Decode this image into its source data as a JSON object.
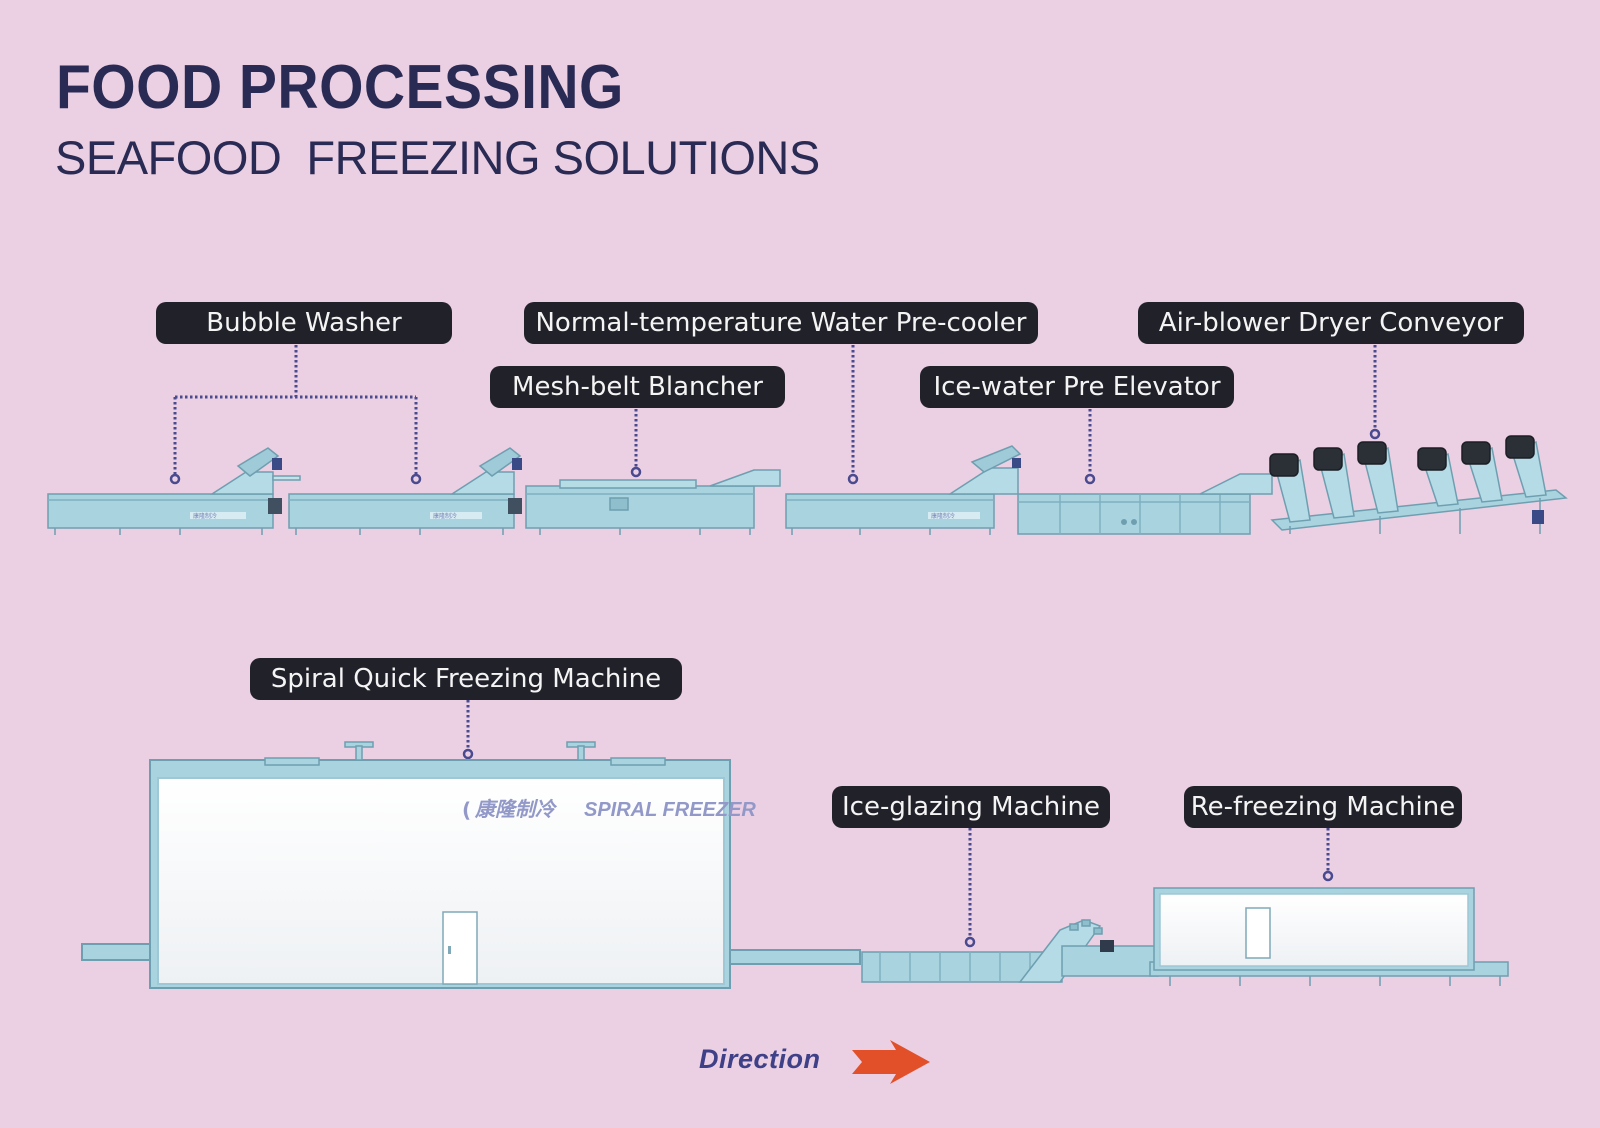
{
  "header": {
    "title": "FOOD PROCESSING",
    "subtitle": "SEAFOOD  FREEZING SOLUTIONS"
  },
  "labels": {
    "bubble_washer": "Bubble Washer",
    "water_precooler": "Normal-temperature Water Pre-cooler",
    "dryer_conveyor": "Air-blower Dryer Conveyor",
    "mesh_blancher": "Mesh-belt Blancher",
    "ice_water_elevator": "Ice-water Pre Elevator",
    "spiral_freezer": "Spiral Quick Freezing Machine",
    "ice_glazing": "Ice-glazing Machine",
    "refreezing": "Re-freezing Machine"
  },
  "machine_branding": {
    "freezer_brand": "康隆制冷",
    "freezer_model": "SPIRAL FREEZER",
    "washer_plate": "康隆制冷"
  },
  "footer": {
    "direction_label": "Direction"
  },
  "colors": {
    "background": "#ebcfe3",
    "title": "#2a2b55",
    "label_bg": "#21212a",
    "leader_line": "#4a4a8f",
    "machine_body": "#a9d3df",
    "machine_edge": "#6e9fb0",
    "freezer_panel": "#fafbfc",
    "direction_text": "#3e4088",
    "direction_arrow": "#e2502a"
  }
}
